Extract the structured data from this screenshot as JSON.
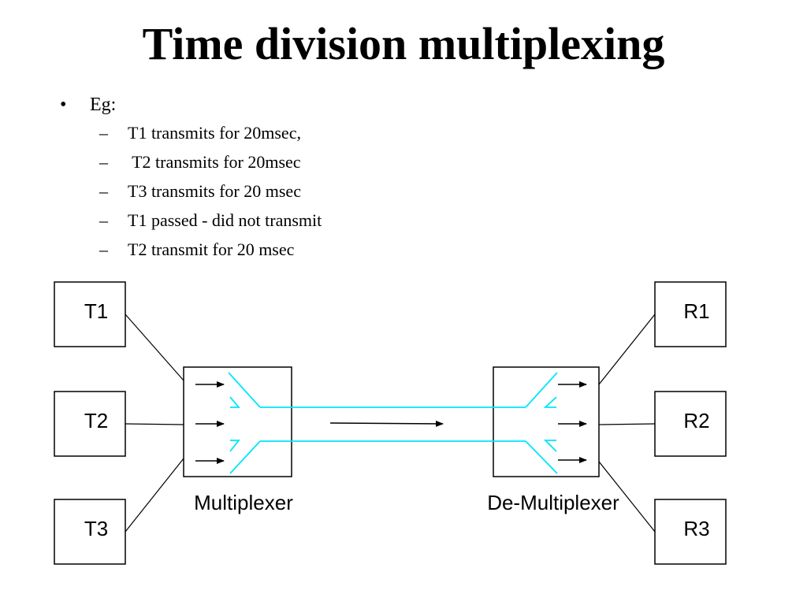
{
  "slide": {
    "title": "Time division multiplexing"
  },
  "bullets": {
    "marker": "•",
    "main": "Eg:",
    "dash": "–",
    "items": [
      "T1 transmits for 20msec,",
      " T2 transmits for 20msec",
      "T3 transmits for 20 msec",
      "T1 passed - did not transmit",
      "T2 transmit for 20 msec"
    ]
  },
  "diagram": {
    "transmitters": [
      "T1",
      "T2",
      "T3"
    ],
    "receivers": [
      "R1",
      "R2",
      "R3"
    ],
    "multiplexer_label": "Multiplexer",
    "demultiplexer_label": "De-Multiplexer",
    "channel_color": "#00e5ff",
    "line_color": "#000000"
  }
}
